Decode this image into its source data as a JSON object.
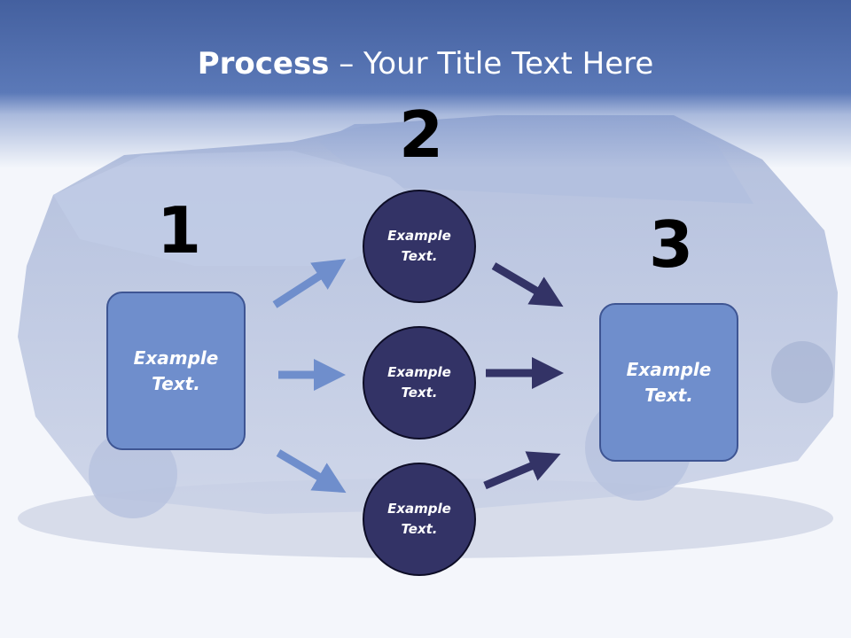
{
  "slide": {
    "title_bold": "Process",
    "title_rest": " – Your Title Text Here"
  },
  "diagram": {
    "steps": [
      "1",
      "2",
      "3"
    ],
    "left_box": "Example Text.",
    "right_box": "Example Text.",
    "circles": [
      "Example Text.",
      "Example Text.",
      "Example Text."
    ]
  },
  "colors": {
    "header": "#5b79b8",
    "box_fill": "#6f8ecc",
    "circle_fill": "#333366",
    "arrow_light": "#6f8ecc",
    "arrow_dark": "#333366"
  },
  "background_image": "crashed-car-photo"
}
